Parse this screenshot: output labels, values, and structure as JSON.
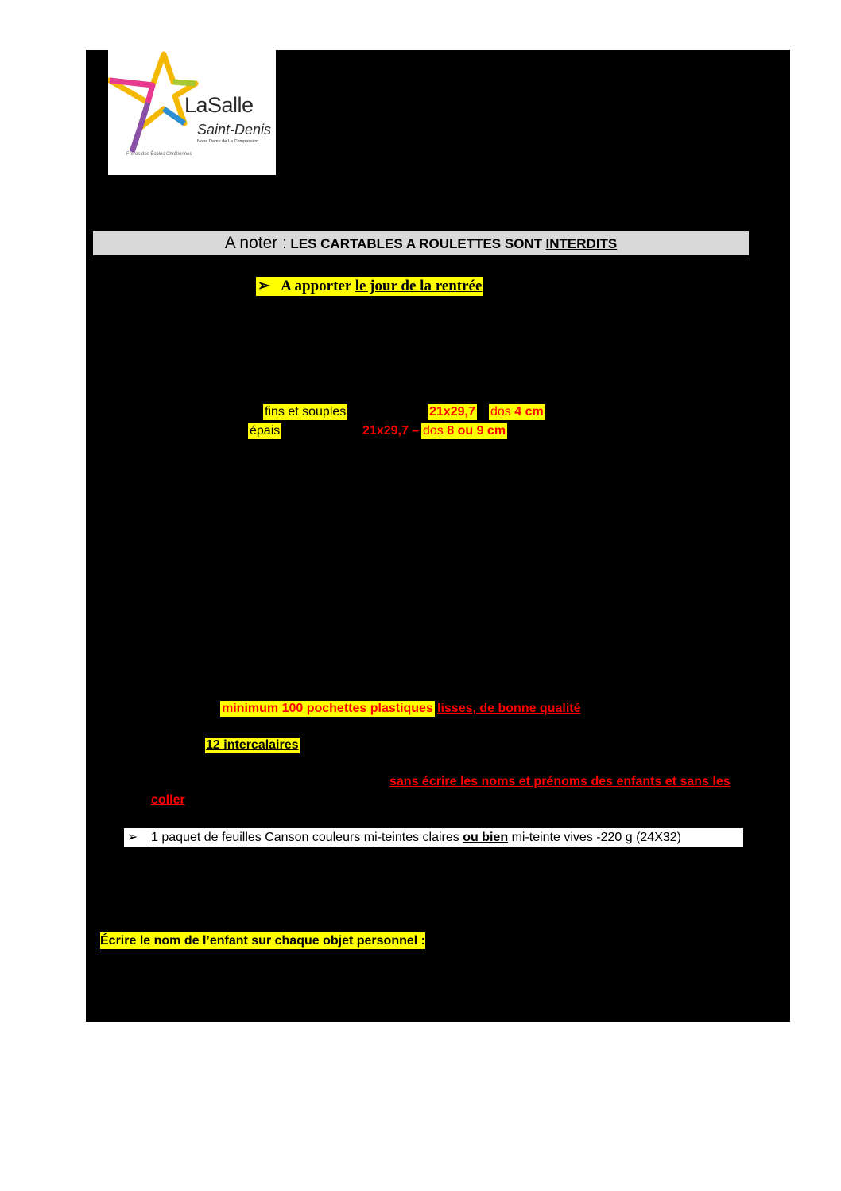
{
  "logo": {
    "brand": "LaSalle",
    "city": "Saint-Denis",
    "subtitle": "Notre Dame de La Compassion",
    "tagline": "Frères des Écoles Chrétiennes"
  },
  "notice": {
    "lead": "A noter :",
    "text": "LES CARTABLES A ROULETTES SONT",
    "emphasis": "INTERDITS"
  },
  "bring_heading": {
    "arrow": "➢",
    "text": "A apporter",
    "emphasis": "le jour de la rentrée"
  },
  "binders": {
    "thin": "fins et souples",
    "thin_size": "21x29,7",
    "thin_spine_label": "dos",
    "thin_spine": "4 cm",
    "thick": "épais",
    "thick_size": "21x29,7 –",
    "thick_spine_label": "dos",
    "thick_spine": "8 ou 9 cm"
  },
  "pockets": {
    "count": "minimum 100 pochettes plastiques",
    "quality": "lisses, de bonne qualité"
  },
  "dividers": "12 intercalaires",
  "no_name": {
    "line1": "sans écrire les noms et prénoms des enfants et sans les",
    "line2": "coller"
  },
  "canson": {
    "arrow": "➢",
    "text_before": "1 paquet de feuilles Canson couleurs mi-teintes claires",
    "or": "ou bien",
    "text_after": "mi-teinte vives -220 g (24X32)"
  },
  "name_instruction": "Écrire le nom de l’enfant sur chaque objet personnel :",
  "colors": {
    "highlight": "#ffff00",
    "accent_red": "#ff0000",
    "note_bar": "#d9d9d9",
    "redacted": "#000000"
  }
}
